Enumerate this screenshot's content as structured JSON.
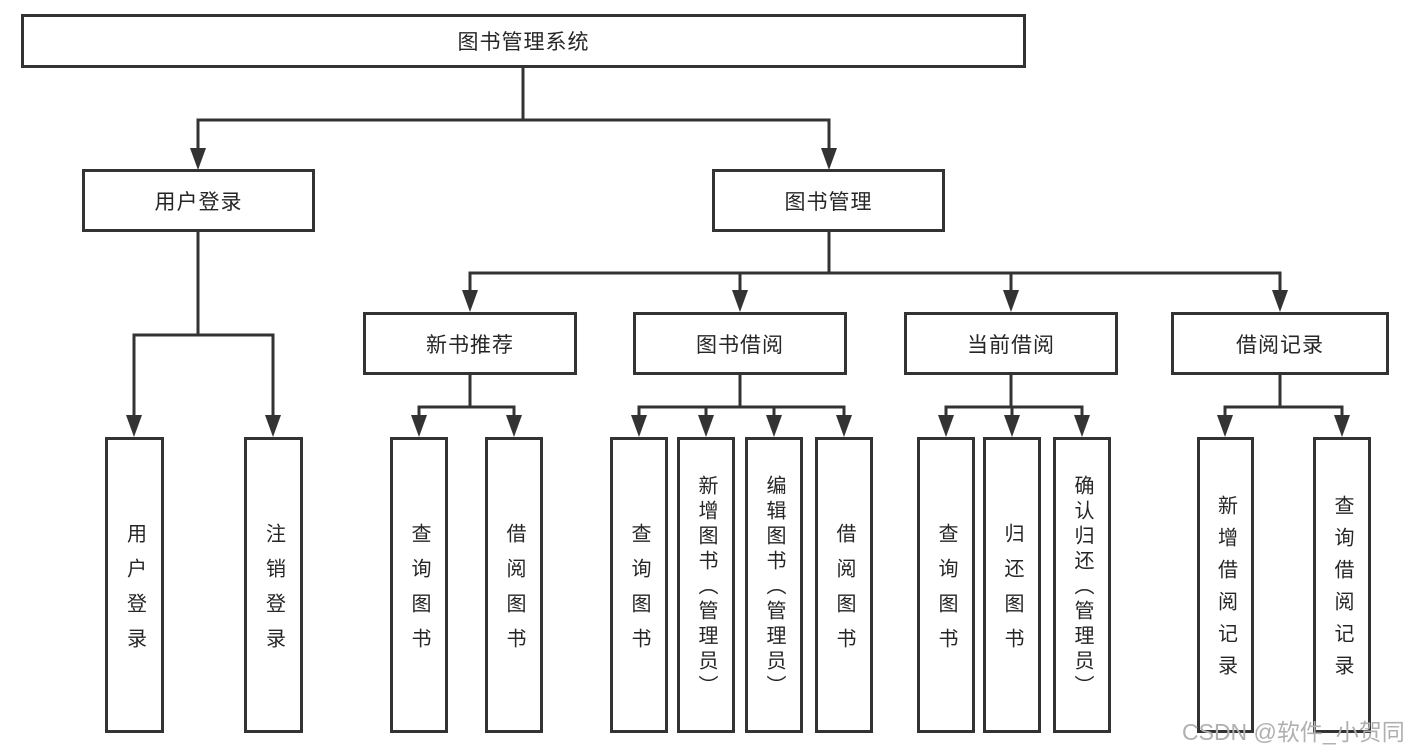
{
  "page": {
    "background": "#ffffff",
    "watermark": "CSDN @软件_小贺同学"
  },
  "diagram": {
    "type": "tree",
    "line_color": "#333333",
    "text_color": "#262626",
    "root": {
      "label": "图书管理系统"
    },
    "branches": {
      "user_login": {
        "label": "用户登录",
        "children": [
          "用户登录",
          "注销登录"
        ]
      },
      "book_management": {
        "label": "图书管理",
        "children": {
          "new_book_recommend": {
            "label": "新书推荐",
            "children": [
              "查询图书",
              "借阅图书"
            ]
          },
          "book_borrow": {
            "label": "图书借阅",
            "children": [
              "查询图书",
              "新增图书（管理员）",
              "编辑图书（管理员）",
              "借阅图书"
            ]
          },
          "current_borrow": {
            "label": "当前借阅",
            "children": [
              "查询图书",
              "归还图书",
              "确认归还（管理员）"
            ]
          },
          "borrow_record": {
            "label": "借阅记录",
            "children": [
              "新增借阅记录",
              "查询借阅记录"
            ]
          }
        }
      }
    }
  }
}
